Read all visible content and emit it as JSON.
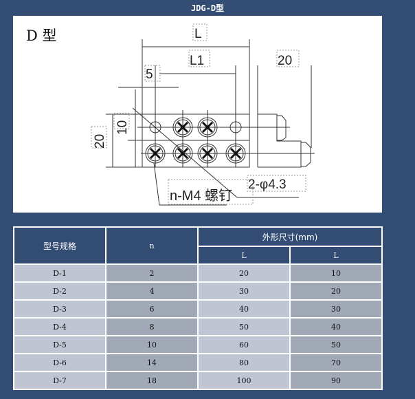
{
  "page_title": "JDG-D型",
  "drawing": {
    "title": "D 型",
    "labels": {
      "L": "L",
      "L1": "L1",
      "five": "5",
      "twenty_top": "20",
      "ten": "10",
      "twenty_side": "20",
      "screw": "n-M4 螺钉",
      "hole": "2-φ4.3"
    }
  },
  "table": {
    "headers": {
      "model": "型号规格",
      "n": "n",
      "dims": "外形尺寸(mm)",
      "L_a": "L",
      "L_b": "L"
    },
    "rows": [
      [
        "D-1",
        "2",
        "20",
        "10"
      ],
      [
        "D-2",
        "4",
        "30",
        "20"
      ],
      [
        "D-3",
        "6",
        "40",
        "30"
      ],
      [
        "D-4",
        "8",
        "50",
        "40"
      ],
      [
        "D-5",
        "10",
        "60",
        "50"
      ],
      [
        "D-6",
        "14",
        "80",
        "70"
      ],
      [
        "D-7",
        "18",
        "100",
        "90"
      ]
    ]
  },
  "colors": {
    "background": "#334c73",
    "cell_light": "#bfc5d2",
    "cell_dark": "#a1a9b7"
  }
}
